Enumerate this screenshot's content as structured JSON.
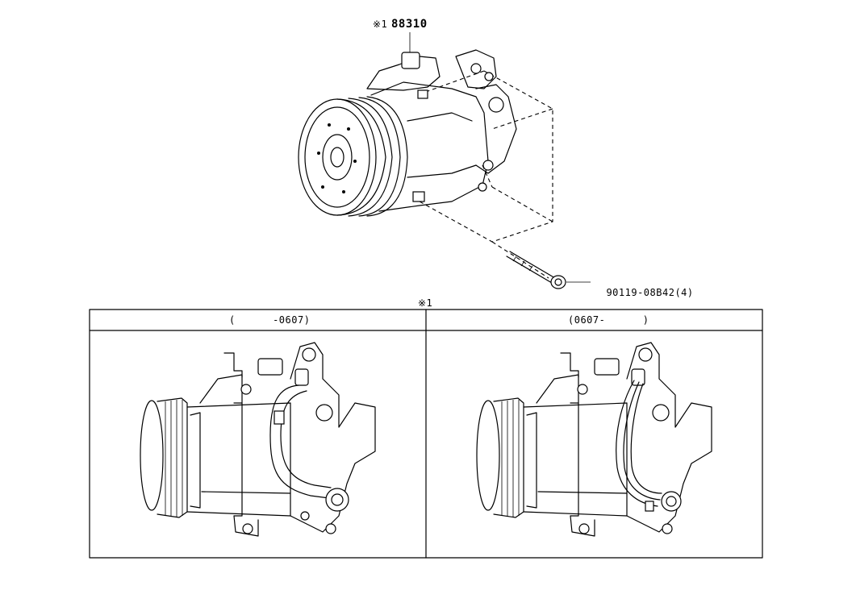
{
  "top_part": {
    "note_mark": "※1",
    "part_number": "88310"
  },
  "bolt": {
    "part_number": "90119-08B42",
    "qty": "(4)"
  },
  "variants_table": {
    "note_mark": "※1",
    "columns": [
      {
        "header": "(      -0607)"
      },
      {
        "header": "(0607-      )"
      }
    ]
  }
}
